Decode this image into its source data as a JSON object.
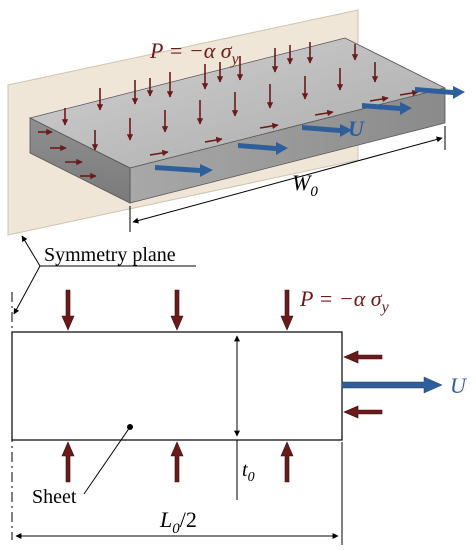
{
  "labels": {
    "pressure_top": "P = −α σ",
    "pressure_top_sub": "y",
    "pressure_bottom": "P = −α σ",
    "pressure_bottom_sub": "y",
    "displacement_top": "U",
    "displacement_bottom": "U",
    "width": "W",
    "width_sub": "0",
    "symmetry": "Symmetry plane",
    "thickness": "t",
    "thickness_sub": "0",
    "sheet": "Sheet",
    "length": "L",
    "length_sub": "0",
    "length_suffix": "/2"
  },
  "colors": {
    "pressure_arrow": "#6b1a1a",
    "displacement_arrow": "#2e5f9a",
    "box_top": "#bcbcbc",
    "box_front": "#9a9a9a",
    "box_side": "#8c8c8c",
    "plane": "#efe6d8",
    "ink": "#000000"
  }
}
